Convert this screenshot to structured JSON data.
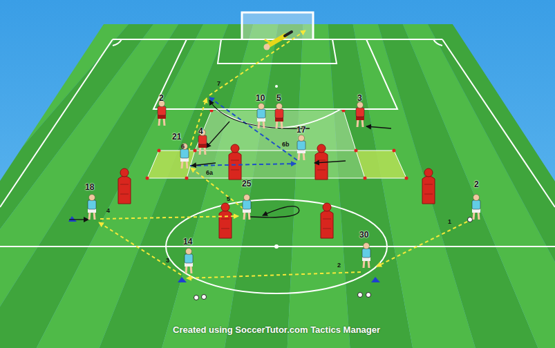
{
  "diagram": {
    "caption": "Created using SoccerTutor.com Tactics Manager",
    "labels": [
      "2",
      "10",
      "5",
      "3",
      "7",
      "4",
      "17",
      "6",
      "6b",
      "21",
      "6a",
      "18",
      "25",
      "2",
      "4",
      "5",
      "1",
      "14",
      "30",
      "3",
      "2"
    ]
  }
}
